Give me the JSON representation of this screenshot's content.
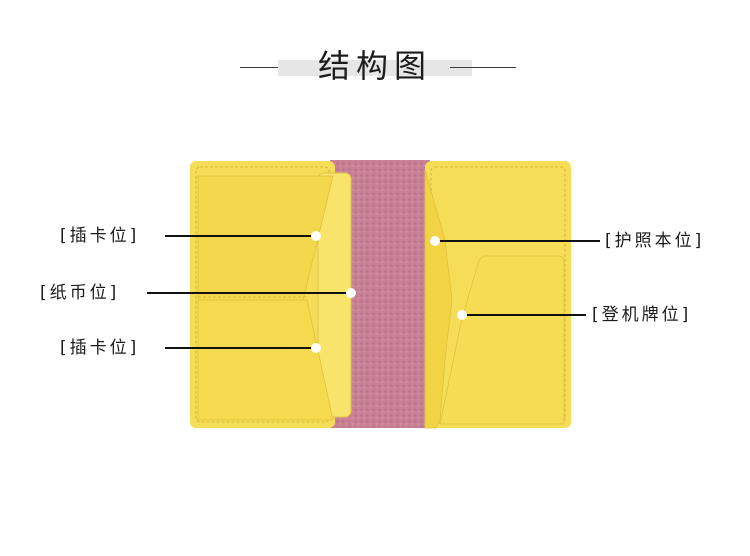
{
  "title": "结构图",
  "labels": {
    "card_slot_top": "[插卡位]",
    "bill_pocket": "[纸币位]",
    "card_slot_bottom": "[插卡位]",
    "passport_holder": "[护照本位]",
    "boarding_pass": "[登机牌位]"
  },
  "colors": {
    "leather_yellow": "#f6dd57",
    "leather_yellow_dark": "#e9c93c",
    "lining_pink": "#c88095",
    "stitch": "#c9ad2a",
    "line": "#111111",
    "dot": "#ffffff"
  }
}
